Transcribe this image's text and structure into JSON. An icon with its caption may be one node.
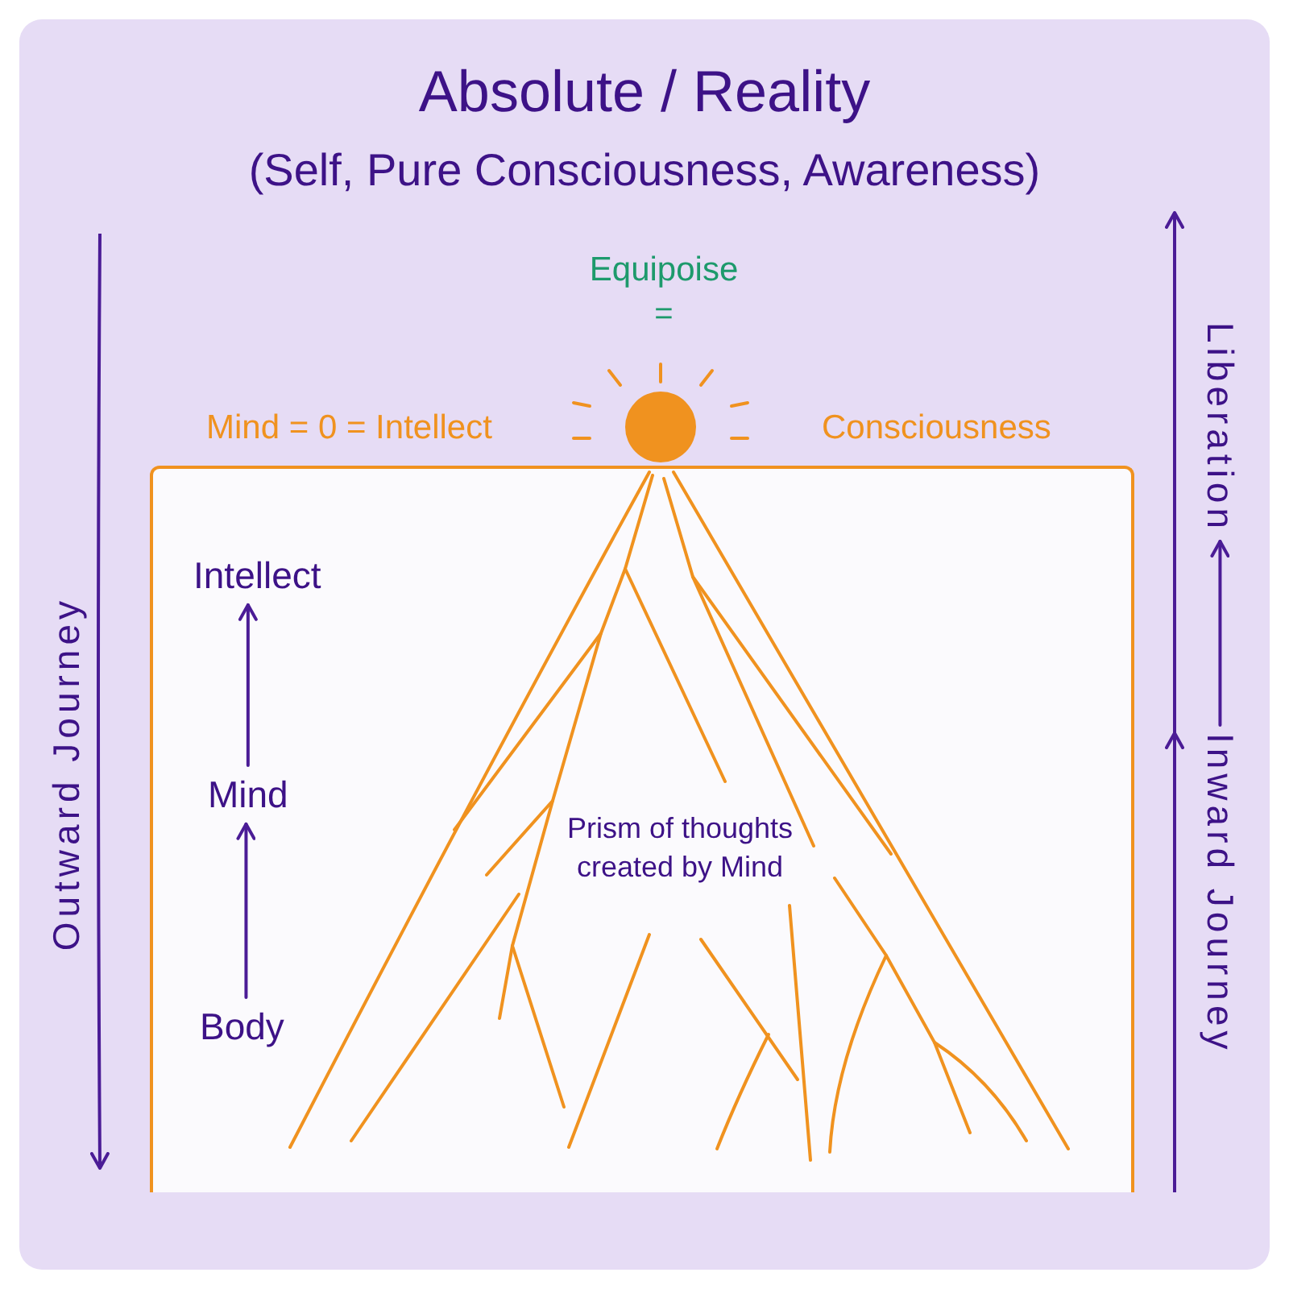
{
  "diagram": {
    "title": "Absolute / Reality",
    "nodes": [
      {
        "text": [
          "Prism of thoughts created by Mind"
        ]
      },
      {
        "text": [
          "Intellect"
        ],
        "in": 0
      },
      {
        "text": [
          "Mind"
        ],
        "in": 0
      },
      {
        "text": [
          "Body"
        ],
        "in": 0
      },
      {
        "text": [
          "Liberation"
        ]
      },
      {
        "text": [
          "Inward Journey"
        ]
      }
    ],
    "edges": [
      {
        "from": 3,
        "to": 2,
        "arrow": "to"
      },
      {
        "from": 2,
        "to": 1,
        "arrow": "to"
      },
      {
        "from": 5,
        "to": 4,
        "arrow": "to"
      }
    ],
    "labels": [
      "(Self, Pure Consciousness, Awareness)",
      "Equipoise",
      "=",
      "Mind = 0 = Intellect",
      "Consciousness",
      "Outward Journey"
    ]
  }
}
